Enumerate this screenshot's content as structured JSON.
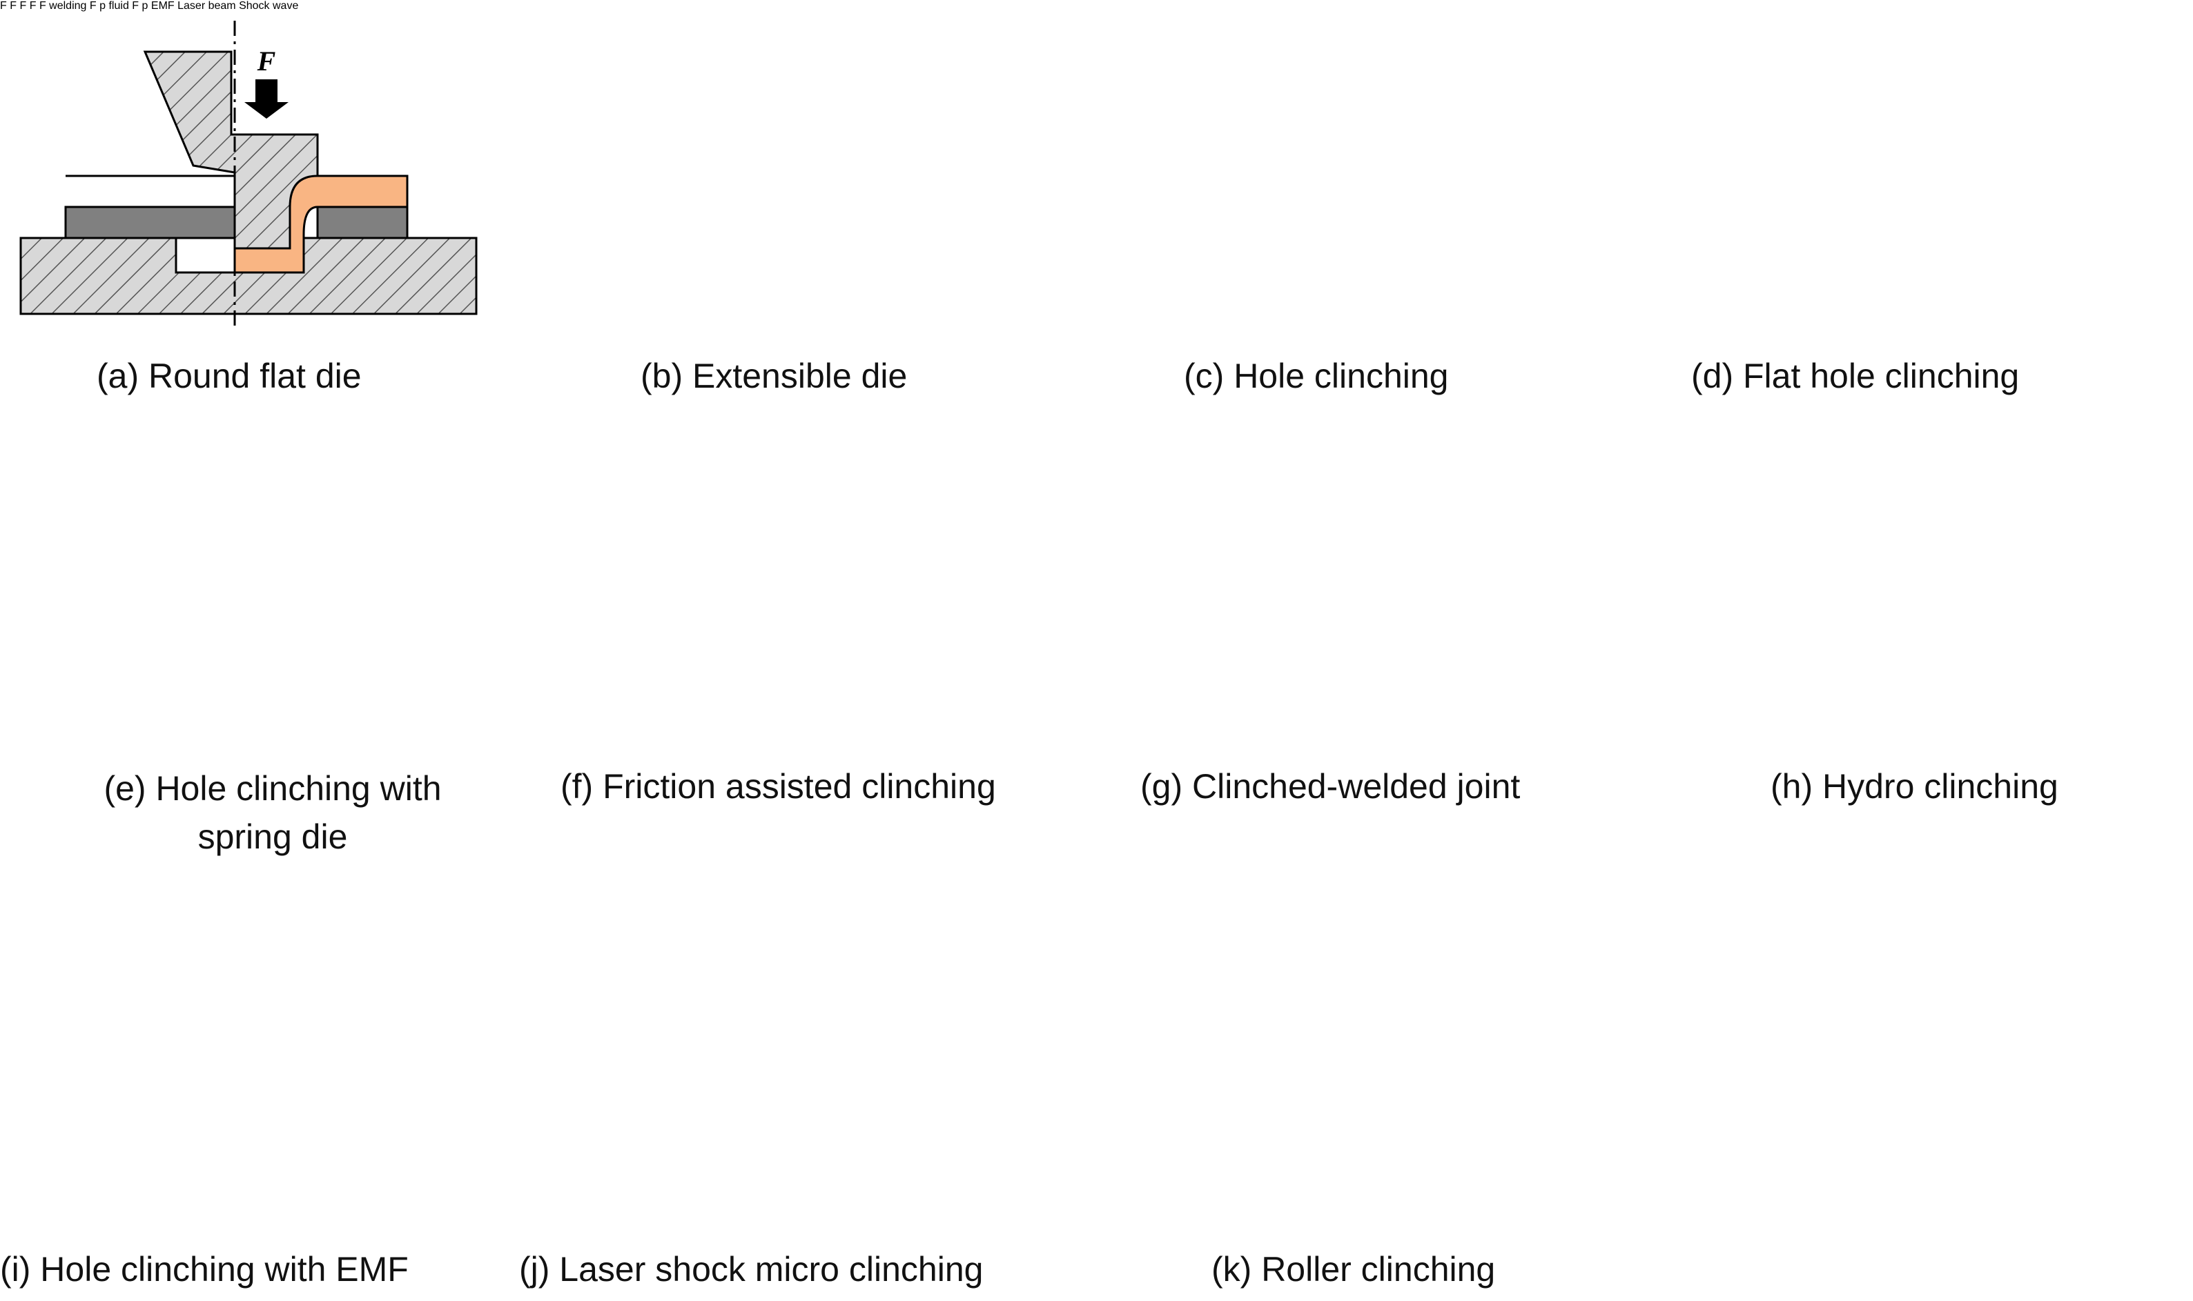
{
  "colors": {
    "upper_sheet": "#F9B583",
    "lower_sheet": "#808080",
    "tool_fill": "#D8D8D8",
    "spacer_blue": "#5B9BD5",
    "spring_green": "#A9D18E",
    "weld_pink": "#F4A6A0",
    "fluid_blue": "#B4CCE0",
    "emf_gold": "#D99A0A",
    "arrow_red": "#E8201A",
    "laser_pink": "#E6115E",
    "pressure_blue": "#0A2EE8",
    "spark_yellow": "#FFC000"
  },
  "panels": [
    {
      "id": "a",
      "caption": "(a) Round flat die",
      "force": "F"
    },
    {
      "id": "b",
      "caption": "(b) Extensible die",
      "force": "F"
    },
    {
      "id": "c",
      "caption": "(c) Hole clinching",
      "force": "F"
    },
    {
      "id": "d",
      "caption": "(d) Flat hole clinching",
      "force": "F"
    },
    {
      "id": "e",
      "caption_line1": "(e) Hole clinching with",
      "caption_line2": "spring die",
      "force": "F"
    },
    {
      "id": "f",
      "caption": "(f) Friction assisted clinching",
      "force": "F"
    },
    {
      "id": "g",
      "caption": "(g) Clinched-welded joint",
      "force": "F",
      "welding_label": "welding"
    },
    {
      "id": "h",
      "caption": "(h) Hydro clinching",
      "force": "F",
      "fluid_label": "fluid",
      "pressure_label": "p"
    },
    {
      "id": "i",
      "caption": "(i) Hole clinching with EMF",
      "pressure_label": "p",
      "emf_label": "EMF"
    },
    {
      "id": "j",
      "caption": "(j) Laser shock micro clinching",
      "laser_label": "Laser beam",
      "shock_label": "Shock wave"
    },
    {
      "id": "k",
      "caption": "(k) Roller clinching"
    }
  ]
}
